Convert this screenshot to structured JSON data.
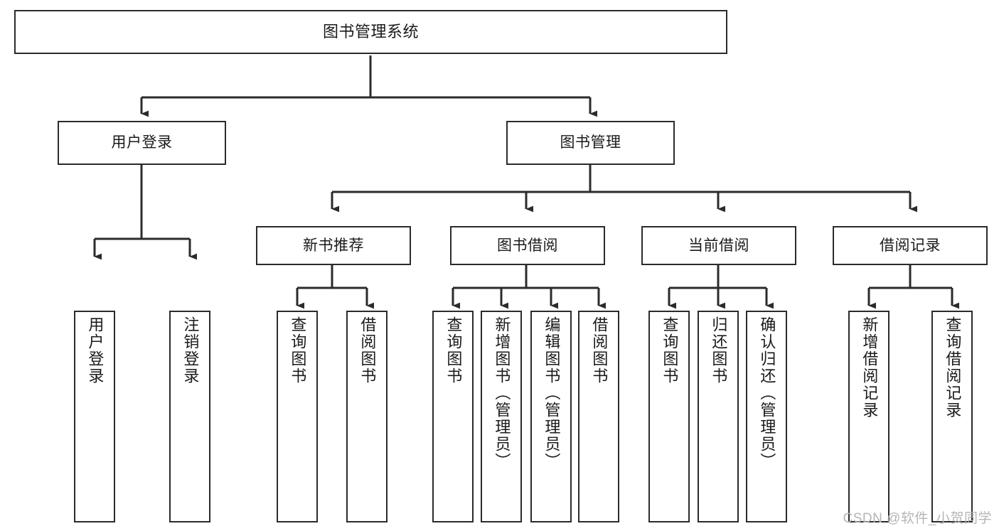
{
  "diagram": {
    "title": "图书管理系统",
    "type": "tree-hierarchy-chart",
    "stroke_color": "#2b2b2b",
    "fill_color": "#ffffff",
    "text_color": "#1a1a1a"
  },
  "nodes": {
    "root": {
      "label": "图书管理系统"
    },
    "level2": [
      {
        "label": "用户登录"
      },
      {
        "label": "图书管理"
      }
    ],
    "level3": [
      {
        "label": "新书推荐"
      },
      {
        "label": "图书借阅"
      },
      {
        "label": "当前借阅"
      },
      {
        "label": "借阅记录"
      }
    ],
    "leaves": {
      "user_login": [
        {
          "label": "用户登录"
        },
        {
          "label": "注销登录"
        }
      ],
      "new_book_recommend": [
        {
          "label": "查询图书"
        },
        {
          "label": "借阅图书"
        }
      ],
      "book_borrow": [
        {
          "label": "查询图书"
        },
        {
          "label": "新增图书（管理员）"
        },
        {
          "label": "编辑图书（管理员）"
        },
        {
          "label": "借阅图书"
        }
      ],
      "current_borrow": [
        {
          "label": "查询图书"
        },
        {
          "label": "归还图书"
        },
        {
          "label": "确认归还（管理员）"
        }
      ],
      "borrow_record": [
        {
          "label": "新增借阅记录"
        },
        {
          "label": "查询借阅记录"
        }
      ]
    }
  },
  "watermark": {
    "text": "CSDN @软件_小贺同学"
  }
}
